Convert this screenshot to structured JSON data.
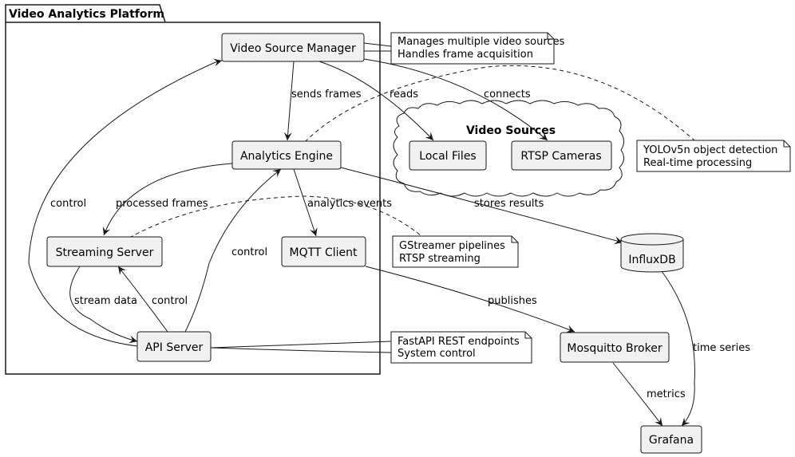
{
  "package": {
    "title": "Video Analytics Platform"
  },
  "components": {
    "video_source_manager": "Video Source Manager",
    "analytics_engine": "Analytics Engine",
    "streaming_server": "Streaming Server",
    "mqtt_client": "MQTT Client",
    "api_server": "API Server",
    "local_files": "Local Files",
    "rtsp_cameras": "RTSP Cameras",
    "influxdb": "InfluxDB",
    "mosquitto_broker": "Mosquitto Broker",
    "grafana": "Grafana"
  },
  "cloud": {
    "title": "Video Sources"
  },
  "notes": {
    "source_manager": [
      "Manages multiple video sources",
      "Handles frame acquisition"
    ],
    "analytics": [
      "YOLOv5n object detection",
      "Real-time processing"
    ],
    "gstreamer": [
      "GStreamer pipelines",
      "RTSP streaming"
    ],
    "fastapi": [
      "FastAPI REST endpoints",
      "System control"
    ]
  },
  "edges": {
    "sends_frames": "sends frames",
    "reads": "reads",
    "connects": "connects",
    "processed_frames": "processed frames",
    "analytics_events": "analytics events",
    "stores_results": "stores results",
    "control_vsm": "control",
    "control_ae": "control",
    "control_ss": "control",
    "stream_data": "stream data",
    "publishes": "publishes",
    "time_series": "time series",
    "metrics": "metrics"
  }
}
